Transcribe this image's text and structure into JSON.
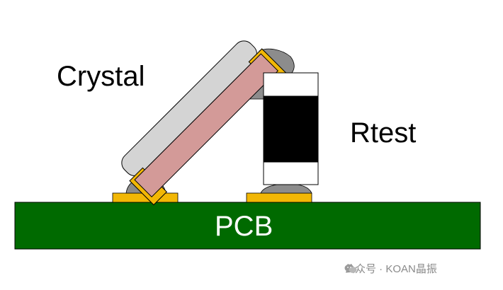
{
  "labels": {
    "crystal": "Crystal",
    "rtest": "Rtest",
    "pcb": "PCB"
  },
  "watermark": {
    "icon": "wechat-icon",
    "text": "公众号 · KOAN晶振"
  },
  "colors": {
    "pcb": "#006a00",
    "pad": "#f2b705",
    "solder": "#8c8c8c",
    "crystal_body": "#d39a98",
    "crystal_lid": "#d4d4d4",
    "resistor_body": "#000000",
    "resistor_end": "#ffffff"
  }
}
